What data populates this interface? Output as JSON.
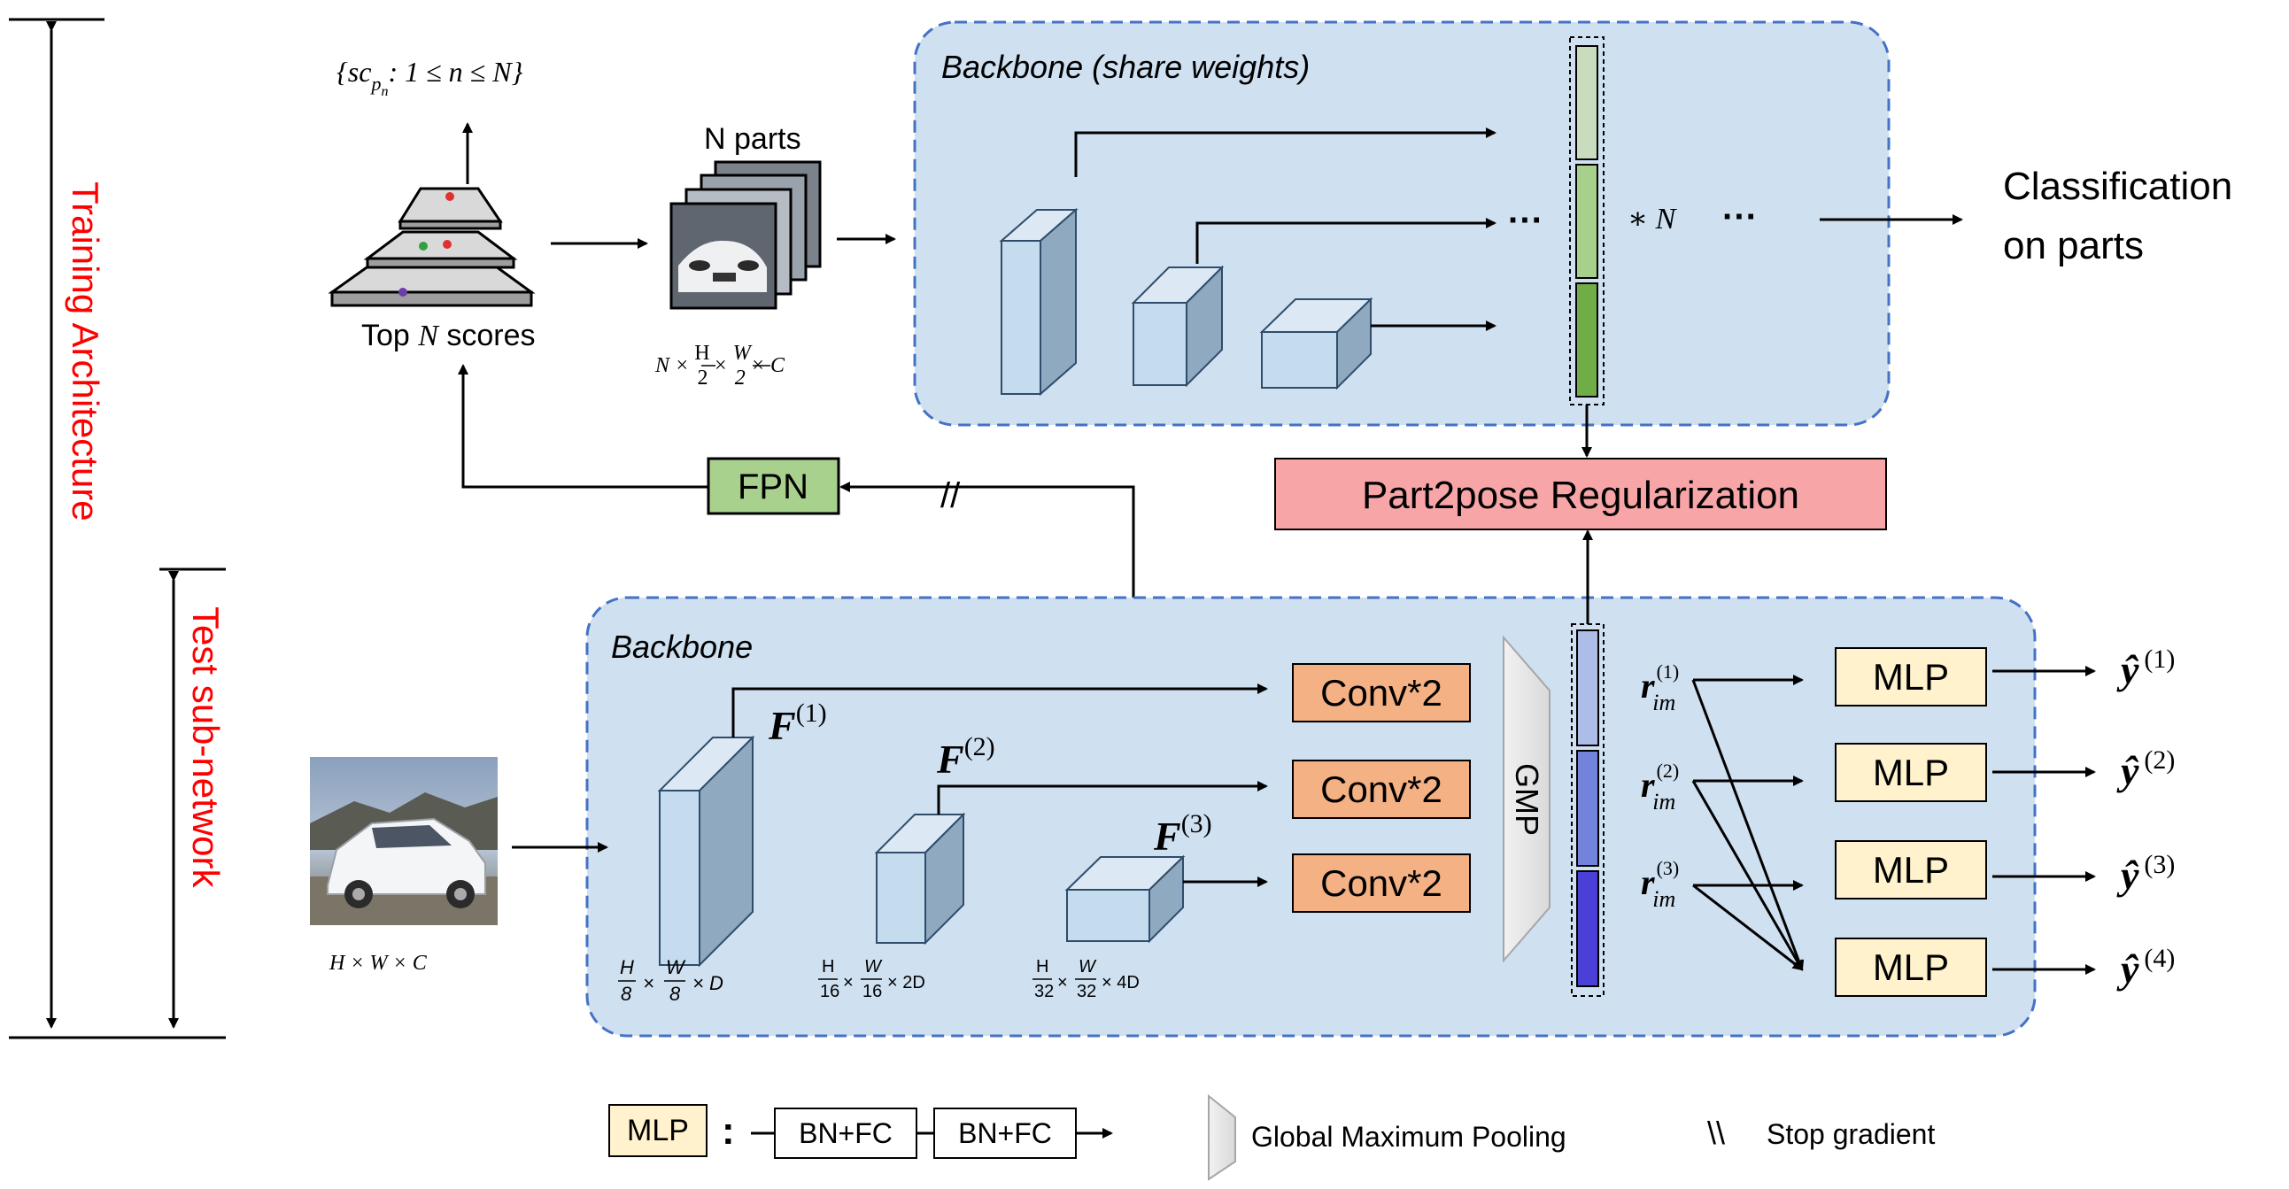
{
  "labels": {
    "training_architecture": "Training Architecture",
    "test_subnetwork": "Test sub-network",
    "backbone_share": "Backbone (share weights)",
    "backbone": "Backbone",
    "classification_line1": "Classification",
    "classification_line2": "on parts",
    "part2pose": "Part2pose Regularization",
    "fpn": "FPN",
    "gmp": "GMP",
    "conv": "Conv*2",
    "mlp": "MLP",
    "n_parts": "N parts",
    "top_n_scores_a": "Top ",
    "top_n_scores_n": "N",
    "top_n_scores_b": " scores",
    "score_set": "{sc",
    "score_set_sub": "p",
    "score_set_subsub": "n",
    "score_set_rest": ": 1 ≤ n ≤ N}",
    "times_n": "∗ N",
    "ellipsis": "···",
    "stop_marks": "//",
    "input_dims": "H × W × C",
    "parts_dims": "N × H/2 × W/2 × C",
    "f1": "F",
    "f1_sup": "(1)",
    "f2": "F",
    "f2_sup": "(2)",
    "f3": "F",
    "f3_sup": "(3)",
    "dim1": "H/8 × W/8 × D",
    "dim2": "H/16 × W/16 × 2D",
    "dim3": "H/32 × W/32 × 4D",
    "r_base": "r",
    "r_sub": "im",
    "r1_sup": "(1)",
    "r2_sup": "(2)",
    "r3_sup": "(3)",
    "y_base": "ŷ",
    "y1_sup": "(1)",
    "y2_sup": "(2)",
    "y3_sup": "(3)",
    "y4_sup": "(4)"
  },
  "legend": {
    "mlp": "MLP",
    "colon": ":",
    "bn_fc_1": "BN+FC",
    "bn_fc_2": "BN+FC",
    "gmp_text": "Global Maximum Pooling",
    "stop_symbol": "\\\\",
    "stop_text": "Stop gradient"
  },
  "colors": {
    "panel_fill": "#cfe0f1",
    "panel_border": "#4472c4",
    "red_text": "#ff0000",
    "part2pose_fill": "#f8a5a8",
    "fpn_fill": "#a9d18e",
    "conv_fill": "#f4b183",
    "mlp_fill": "#fff2cc",
    "gmp_fill": "#e6e6e6",
    "feature_green": "#70ad47",
    "feature_blue": "#4a5bd8"
  }
}
